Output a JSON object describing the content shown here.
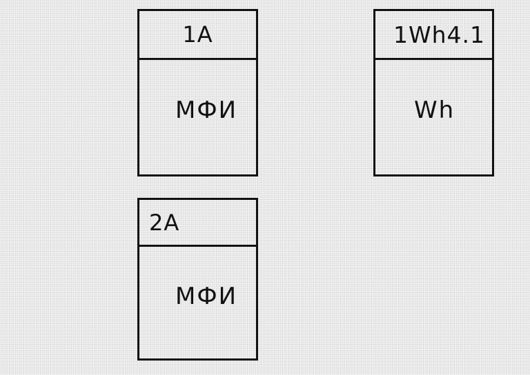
{
  "devices": [
    {
      "tag": "1A",
      "label": "МФИ"
    },
    {
      "tag": "1Wh4.1",
      "label": "Wh"
    },
    {
      "tag": "2A",
      "label": "МФИ"
    }
  ]
}
